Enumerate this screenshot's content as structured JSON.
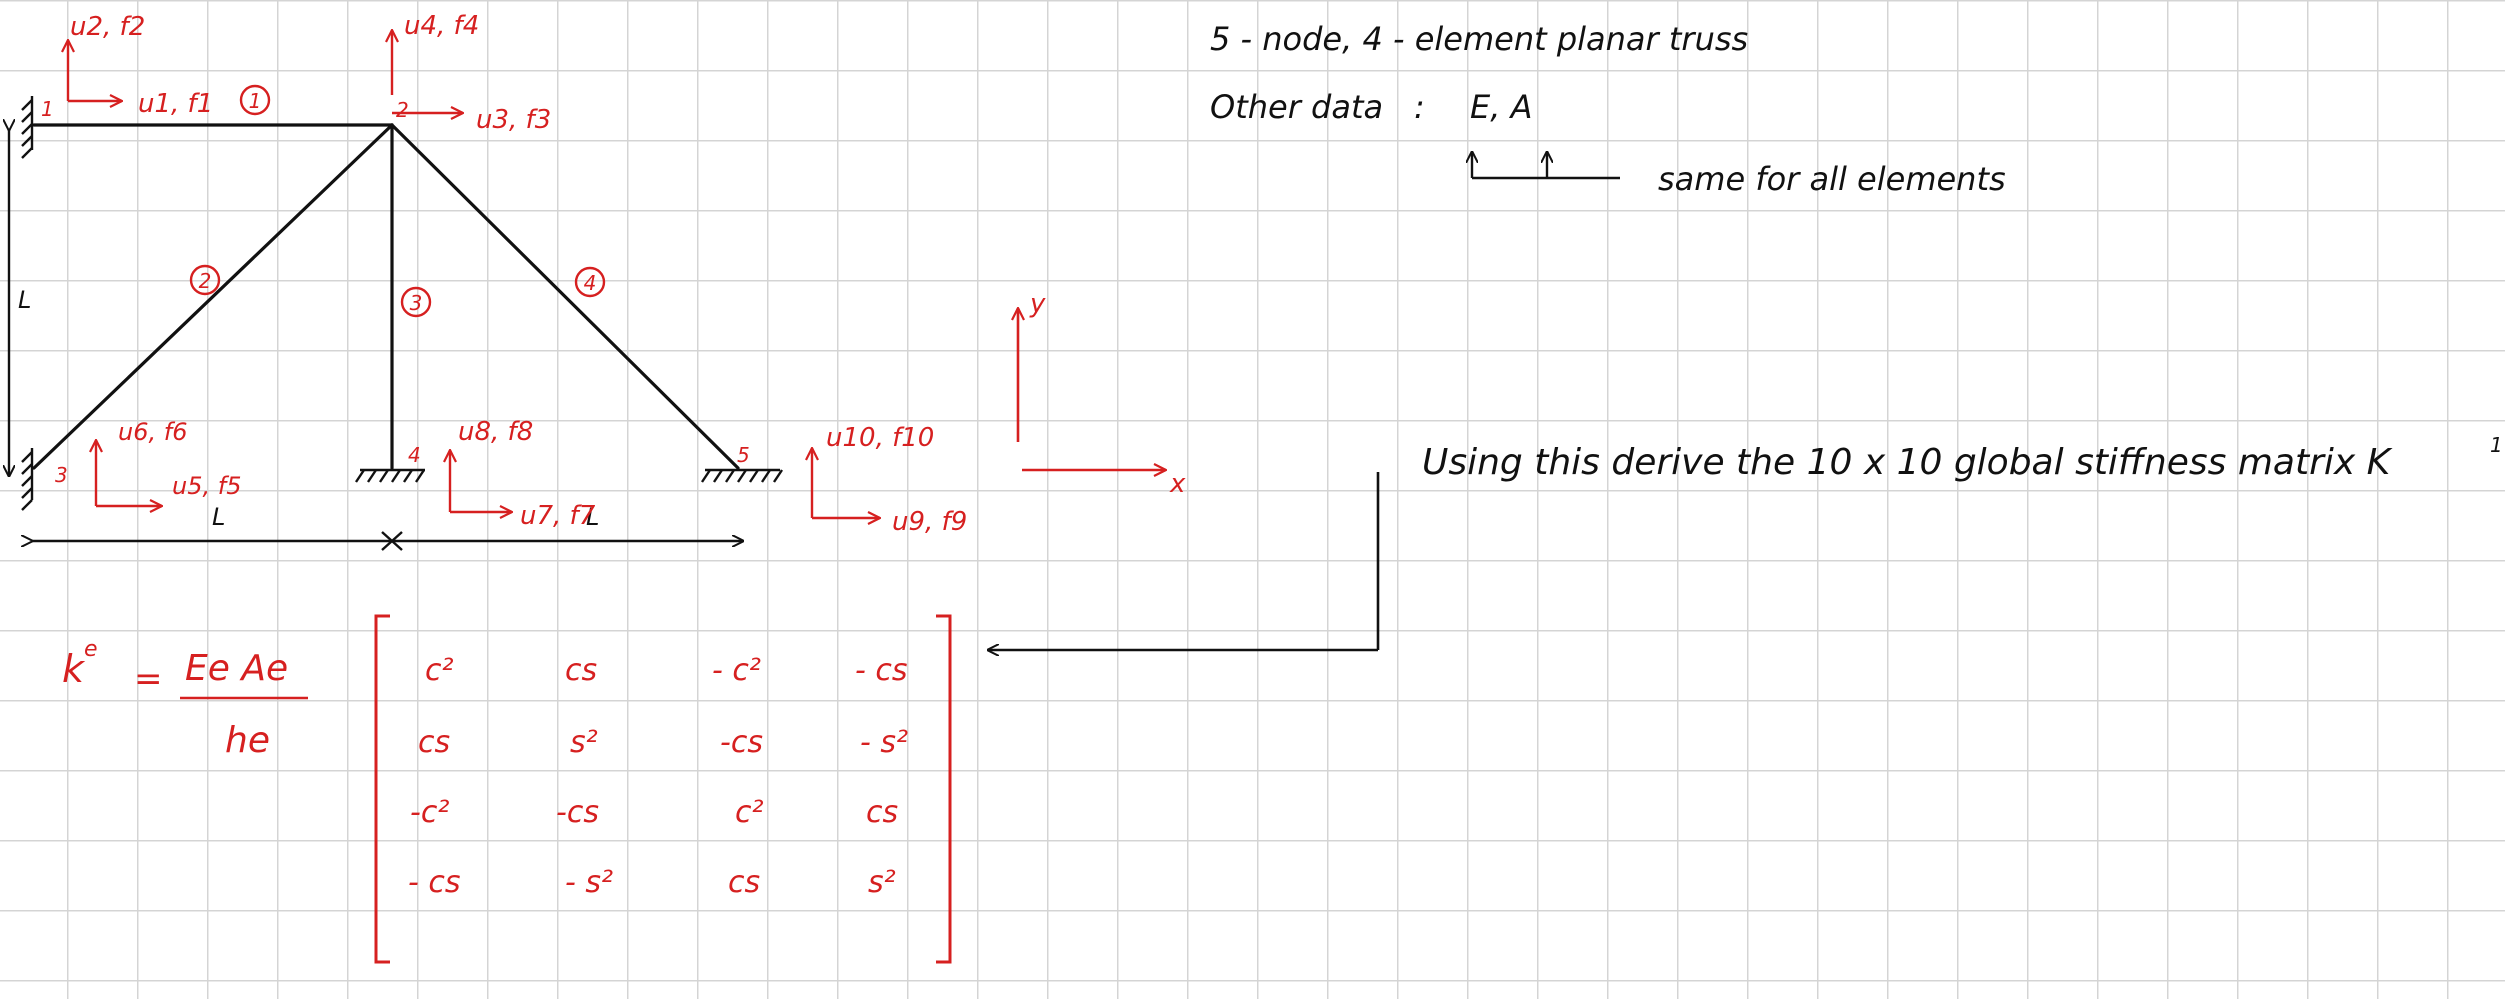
{
  "colors": {
    "ink": "#111111",
    "annotation": "#d62020",
    "grid": "#d4d4d4"
  },
  "diagram": {
    "nodes": [
      {
        "label": "1",
        "dofs": [
          "u1, f1",
          "u2, f2"
        ]
      },
      {
        "label": "2",
        "dofs": [
          "u3, f3",
          "u4, f4"
        ]
      },
      {
        "label": "3",
        "dofs": [
          "u5, f5",
          "u6, f6"
        ]
      },
      {
        "label": "4",
        "dofs": [
          "u7, f7",
          "u8, f8"
        ]
      },
      {
        "label": "5",
        "dofs": [
          "u9, f9",
          "u10, f10"
        ]
      }
    ],
    "elements": [
      "1",
      "2",
      "3",
      "4"
    ],
    "dims": {
      "height": "L",
      "left_span": "L",
      "right_span": "L"
    },
    "axes": {
      "x": "x",
      "y": "y"
    }
  },
  "notes": {
    "title": "5 - node,  4 - element  planar  truss",
    "other_label": "Other  data",
    "colon": ":",
    "props": "E,  A",
    "same": "same  for  all  elements",
    "using": "Using   this   derive   the   10 x 10   global   stiffness   matrix   K"
  },
  "formula": {
    "k": "k",
    "k_sup": "e",
    "equals": "=",
    "numerator": "Ee  Ae",
    "denominator": "he",
    "matrix": [
      [
        "c²",
        "cs",
        "- c²",
        "- cs"
      ],
      [
        "cs",
        "s²",
        "-cs",
        "- s²"
      ],
      [
        "-c²",
        "-cs",
        "c²",
        "cs"
      ],
      [
        "- cs",
        "- s²",
        "cs",
        "s²"
      ]
    ]
  }
}
